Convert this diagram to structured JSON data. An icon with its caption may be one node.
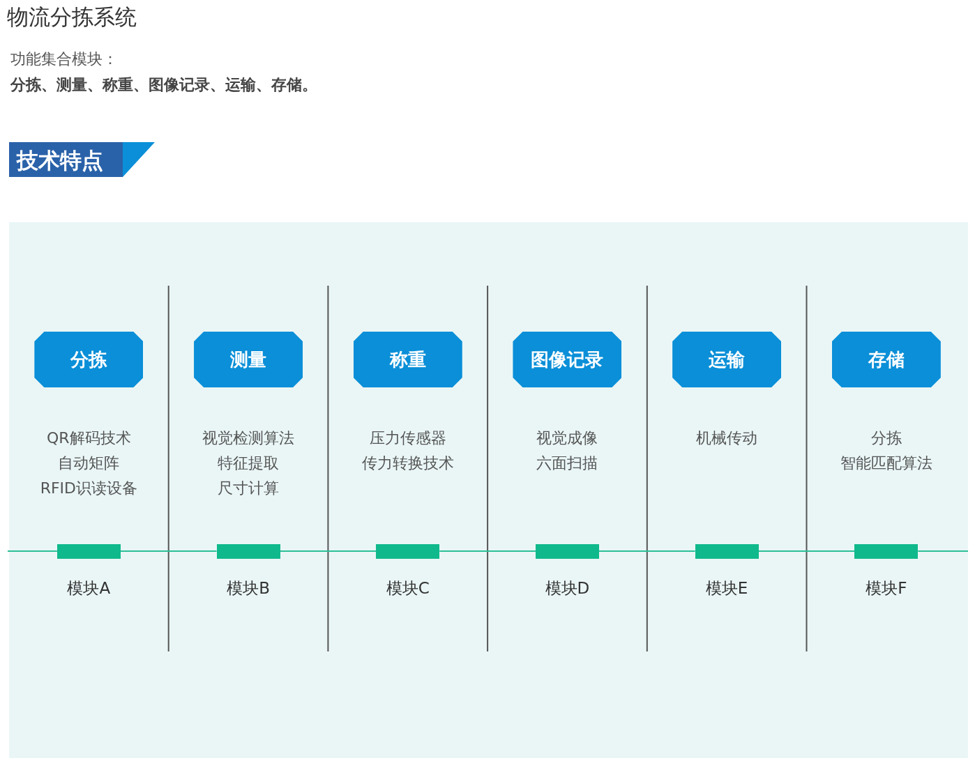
{
  "diagram": {
    "title": "物流分拣系统",
    "nodes": [
      {
        "text": [
          "技术特点"
        ]
      },
      {
        "text": [
          "分拣"
        ],
        "beside": [
          "QR解码技术",
          "自动矩阵",
          "RFID识读设备"
        ]
      },
      {
        "text": [
          "模块A"
        ]
      },
      {
        "text": [
          "测量"
        ],
        "beside": [
          "视觉检测算法",
          "特征提取",
          "尺寸计算"
        ]
      },
      {
        "text": [
          "模块B"
        ]
      },
      {
        "text": [
          "称重"
        ],
        "beside": [
          "压力传感器",
          "传力转换技术"
        ]
      },
      {
        "text": [
          "模块C"
        ]
      },
      {
        "text": [
          "图像记录"
        ],
        "beside": [
          "视觉成像",
          "六面扫描"
        ]
      },
      {
        "text": [
          "模块D"
        ]
      },
      {
        "text": [
          "运输"
        ],
        "beside": [
          "机械传动"
        ]
      },
      {
        "text": [
          "模块E"
        ]
      },
      {
        "text": [
          "存储"
        ],
        "beside": [
          "分拣",
          "智能匹配算法"
        ]
      },
      {
        "text": [
          "模块F"
        ]
      }
    ],
    "edges": [
      {
        "from": 2,
        "to": 4,
        "arrow": "none"
      },
      {
        "from": 4,
        "to": 6,
        "arrow": "none"
      },
      {
        "from": 6,
        "to": 8,
        "arrow": "none"
      },
      {
        "from": 8,
        "to": 10,
        "arrow": "none"
      },
      {
        "from": 10,
        "to": 12,
        "arrow": "none"
      }
    ],
    "labels": [
      "功能集合模块：",
      "分拣、测量、称重、图像记录、运输、存储。"
    ]
  }
}
